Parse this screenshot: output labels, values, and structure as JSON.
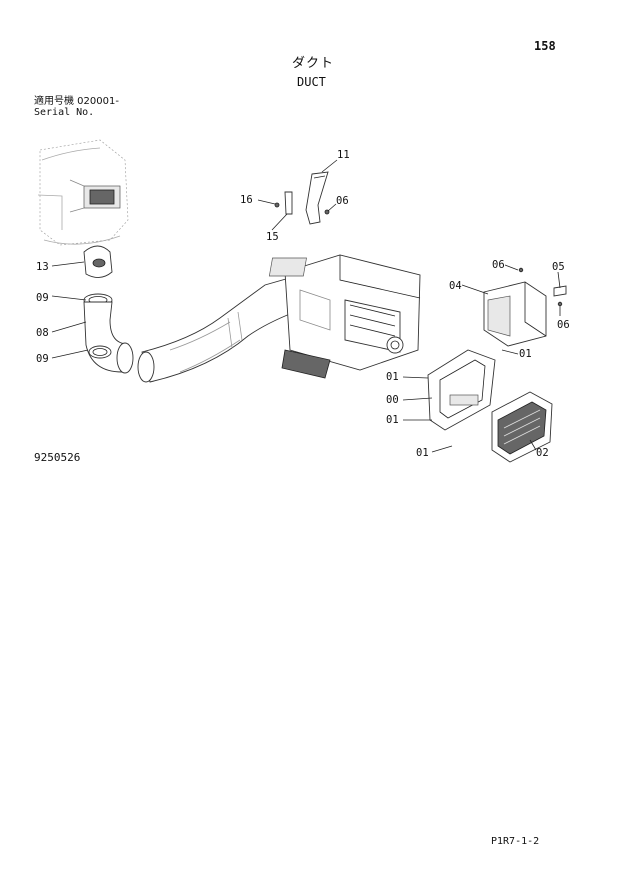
{
  "page": {
    "number": "158",
    "title_jp": "ダクト",
    "title_en": "DUCT",
    "serial_label_jp": "適用号機  020001-",
    "serial_label_en": "Serial No.",
    "figure_code": "9250526",
    "footer_code": "P1R7-1-2"
  },
  "callouts": [
    {
      "id": "c11",
      "text": "11"
    },
    {
      "id": "c16",
      "text": "16"
    },
    {
      "id": "c06a",
      "text": "06"
    },
    {
      "id": "c15",
      "text": "15"
    },
    {
      "id": "c13",
      "text": "13"
    },
    {
      "id": "c06b",
      "text": "06"
    },
    {
      "id": "c05",
      "text": "05"
    },
    {
      "id": "c04",
      "text": "04"
    },
    {
      "id": "c06c",
      "text": "06"
    },
    {
      "id": "c09a",
      "text": "09"
    },
    {
      "id": "c08",
      "text": "08"
    },
    {
      "id": "c09b",
      "text": "09"
    },
    {
      "id": "c01a",
      "text": "01"
    },
    {
      "id": "c01b",
      "text": "01"
    },
    {
      "id": "c00",
      "text": "00"
    },
    {
      "id": "c01c",
      "text": "01"
    },
    {
      "id": "c01d",
      "text": "01"
    },
    {
      "id": "c02",
      "text": "02"
    }
  ]
}
